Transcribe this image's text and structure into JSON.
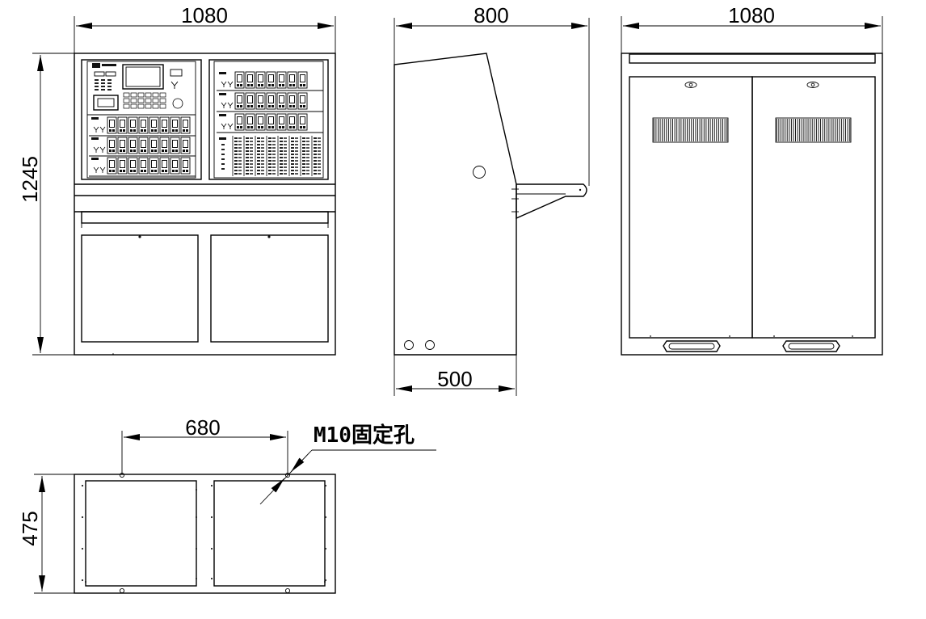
{
  "front_view": {
    "width_label": "1080",
    "height_label": "1245"
  },
  "side_view": {
    "depth_label": "800",
    "base_depth_label": "500"
  },
  "rear_view": {
    "width_label": "1080"
  },
  "base_view": {
    "hole_spacing_label": "680",
    "depth_label": "475",
    "callout_label": "M10固定孔"
  }
}
